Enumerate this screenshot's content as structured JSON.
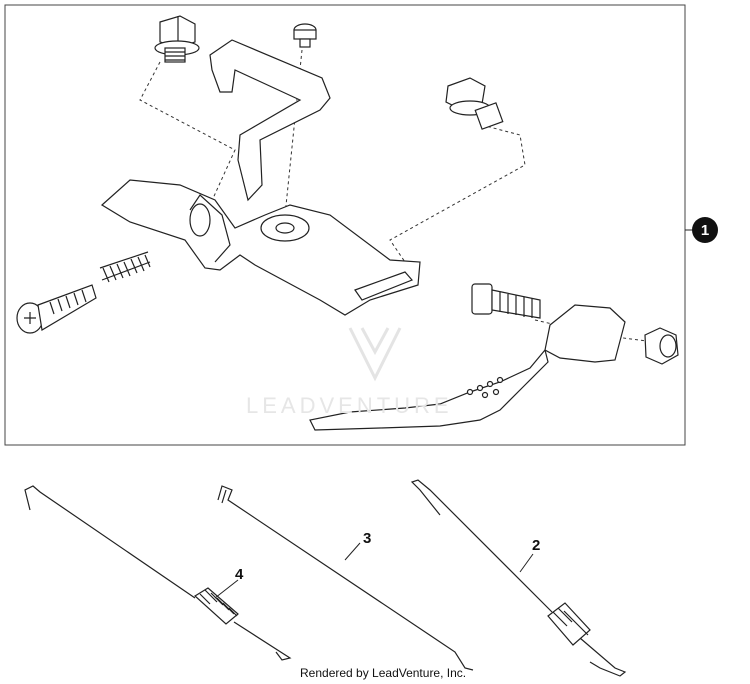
{
  "callouts": {
    "kit": "1",
    "spring_long": "2",
    "rod": "3",
    "spring_short": "4"
  },
  "watermark": "LEADVENTURE",
  "credit": "Rendered by LeadVenture, Inc."
}
